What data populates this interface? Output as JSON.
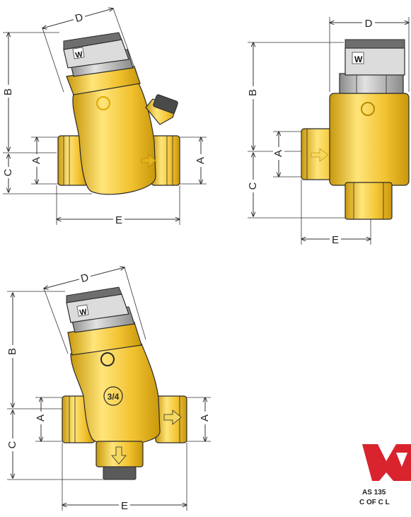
{
  "dimensions": {
    "a": "A",
    "b": "B",
    "c": "C",
    "d": "D",
    "e": "E"
  },
  "valve_size_marking": "3/4",
  "logo_mark": "W",
  "certification": {
    "standard": "AS 135",
    "certificate": "C OF C L"
  },
  "colors": {
    "brass": "#f2c230",
    "brass_dark": "#c8980c",
    "brass_light": "#ffe57a",
    "cap_grey": "#9a9a9a",
    "cap_light": "#d8d8d8",
    "outline": "#2a2a2a",
    "dim_line": "#333333",
    "watermark_red": "#d9232d"
  }
}
